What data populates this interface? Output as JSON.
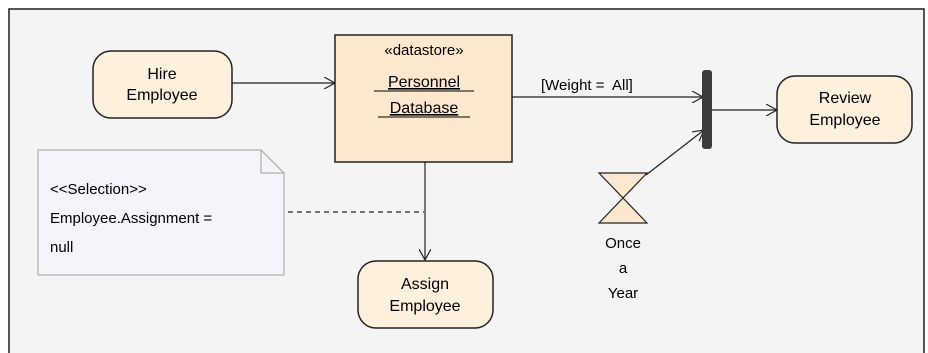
{
  "nodes": {
    "hire_employee": {
      "lines": [
        "Hire",
        "Employee"
      ]
    },
    "datastore": {
      "stereotype": "«datastore»",
      "lines": [
        "Personnel",
        "Database"
      ]
    },
    "assign_employee": {
      "lines": [
        "Assign",
        "Employee"
      ]
    },
    "review_employee": {
      "lines": [
        "Review",
        "Employee"
      ]
    },
    "note": {
      "lines": [
        "<<Selection>>",
        "Employee.Assignment =",
        "null"
      ]
    },
    "timer": {
      "lines": [
        "Once",
        "a",
        "Year"
      ]
    }
  },
  "edges": {
    "weight_guard": "[Weight =  All]"
  },
  "colors": {
    "background": "#ffffff",
    "diagram_background": "#f4f4f4",
    "frame": "#1e1e1e",
    "activity_fill": "#fdf0dc",
    "datastore_fill": "#fce8cf",
    "note_fill": "#f4f4fa",
    "note_border": "#a0a0a0",
    "stroke": "#222222",
    "fork_bar": "#3c3c3c"
  },
  "icons": {
    "timer": "hourglass-icon",
    "fork": "fork-join-bar",
    "note": "note-folded-corner"
  }
}
